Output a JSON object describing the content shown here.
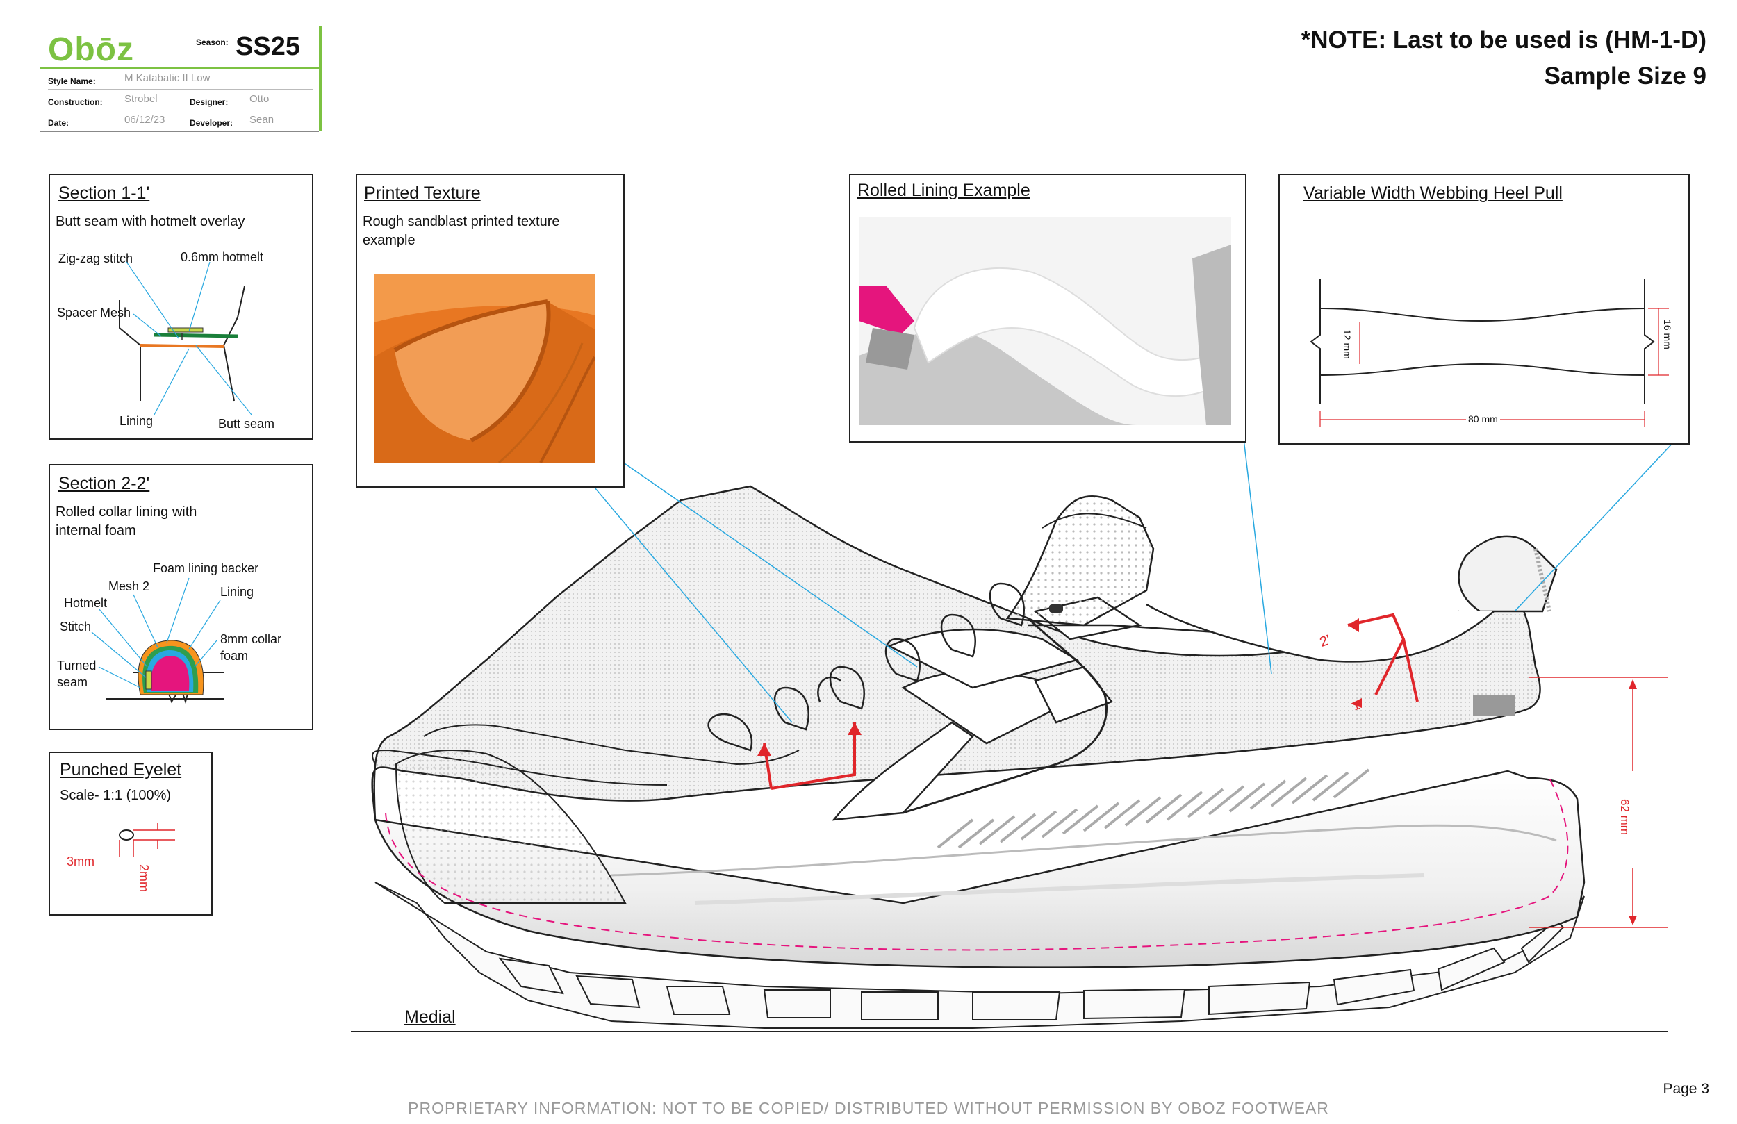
{
  "header": {
    "logo": "Obōz",
    "season_label": "Season:",
    "season": "SS25",
    "style_name_label": "Style Name:",
    "style_name": "M Katabatic II Low",
    "construction_label": "Construction:",
    "construction": "Strobel",
    "designer_label": "Designer:",
    "designer": "Otto",
    "date_label": "Date:",
    "date": "06/12/23",
    "developer_label": "Developer:",
    "developer": "Sean"
  },
  "note": {
    "line1": "*NOTE: Last to be used is  (HM-1-D)",
    "line2": "Sample Size 9"
  },
  "section1": {
    "title": "Section 1-1'",
    "subtitle": "Butt seam with hotmelt overlay",
    "labels": [
      "Zig-zag stitch",
      "0.6mm hotmelt",
      "Spacer Mesh",
      "Lining",
      "Butt seam"
    ]
  },
  "section2": {
    "title": "Section 2-2'",
    "subtitle_line1": "Rolled collar lining with",
    "subtitle_line2": "internal foam",
    "labels": [
      "Foam lining backer",
      "Mesh 2",
      "Lining",
      "Hotmelt",
      "Stitch",
      "8mm collar",
      "foam",
      "Turned",
      "seam"
    ]
  },
  "eyelet": {
    "title": "Punched Eyelet",
    "scale": "Scale- 1:1 (100%)",
    "dim_w": "3mm",
    "dim_h": "2mm"
  },
  "printed_texture": {
    "title": "Printed Texture",
    "desc_line1": "Rough sandblast printed texture",
    "desc_line2": "example"
  },
  "rolled_lining": {
    "title": "Rolled Lining Example"
  },
  "heel_pull": {
    "title": "Variable Width Webbing Heel Pull",
    "dim_narrow": "12 mm",
    "dim_wide": "16 mm",
    "dim_length": "80 mm"
  },
  "shoe": {
    "section2_marker": "2'",
    "section1_marker": "1'",
    "heel_height": "62 mm",
    "view_label": "Medial"
  },
  "colors": {
    "brand_green": "#7cc242",
    "callout_blue": "#29a8e0",
    "dimension_red": "#e0262b",
    "stitch_pink": "#e5157d",
    "sample_orange": "#e87722"
  },
  "page": "Page 3",
  "footer": "PROPRIETARY INFORMATION: NOT TO BE COPIED/ DISTRIBUTED WITHOUT PERMISSION BY OBOZ FOOTWEAR"
}
